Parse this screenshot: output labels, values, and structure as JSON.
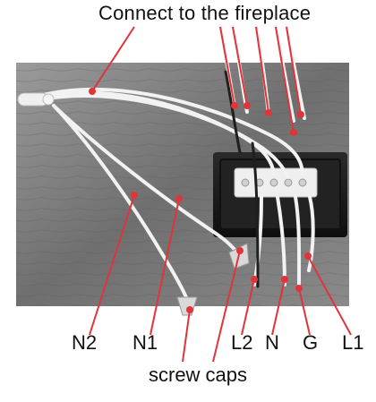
{
  "diagram": {
    "title": "Connect to the fireplace",
    "labels": {
      "N2": "N2",
      "N1": "N1",
      "L2": "L2",
      "N": "N",
      "G": "G",
      "L1": "L1"
    },
    "caption": "screw caps"
  },
  "colors": {
    "callout": "#e0343a",
    "wire": "#f2f2f2",
    "background_wood": "#7d7d7d",
    "terminal_block": "#1b1b1b"
  }
}
